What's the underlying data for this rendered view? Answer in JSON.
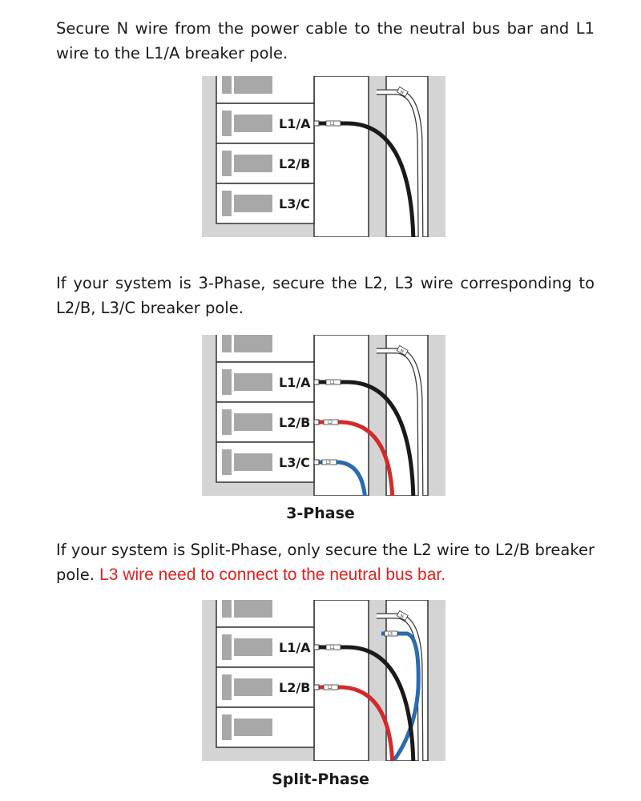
{
  "paragraphs": {
    "p1": "Secure N wire from the power cable to the neutral bus bar and L1 wire to the L1/A breaker pole.",
    "p2": "If your system is 3-Phase, secure the L2, L3 wire corresponding to L2/B, L3/C breaker pole.",
    "p3_main": "If your system is Split-Phase, only secure the L2 wire to L2/B breaker pole.",
    "p3_warning": "L3 wire need to connect to the neutral bus bar."
  },
  "captions": {
    "three_phase": "3-Phase",
    "split_phase": "Split-Phase"
  },
  "breaker_labels": {
    "l1": "L1/A",
    "l2": "L2/B",
    "l3": "L3/C"
  },
  "wire_tags": {
    "l1": "L1",
    "l2": "L2",
    "l3": "L3",
    "n": "N"
  },
  "colors": {
    "l1_wire": "#1a1a1a",
    "l2_wire": "#d42a2a",
    "l3_wire": "#2a6bb0",
    "neutral_wire": "#ffffff",
    "warning_text": "#e02020",
    "panel_gray": "#d4d4d4"
  }
}
